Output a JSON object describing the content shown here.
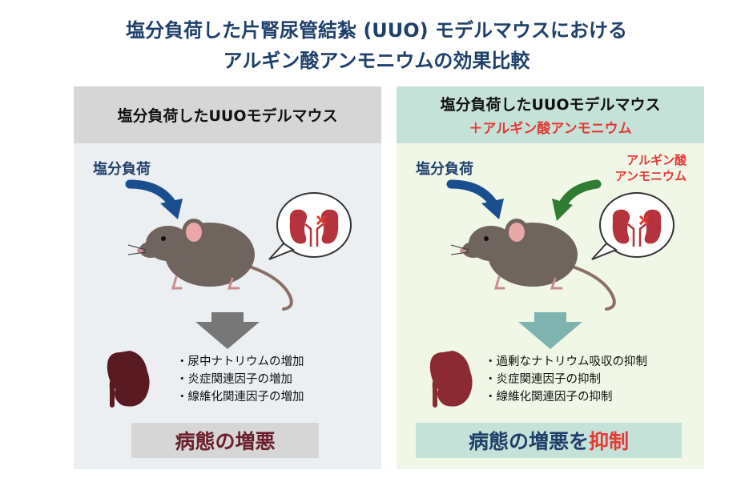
{
  "title": {
    "line1": "塩分負荷した片腎尿管結紮 (UUO) モデルマウスにおける",
    "line2": "アルギン酸アンモニウムの効果比較"
  },
  "left_panel": {
    "header": "塩分負荷したUUOモデルマウス",
    "salt_label": "塩分負荷",
    "bullets": [
      "・尿中ナトリウムの増加",
      "・炎症関連因子の増加",
      "・線維化関連因子の増加"
    ],
    "result": "病態の増悪"
  },
  "right_panel": {
    "header": "塩分負荷したUUOモデルマウス",
    "header_sub": "＋アルギン酸アンモニウム",
    "salt_label": "塩分負荷",
    "treatment_label_line1": "アルギン酸",
    "treatment_label_line2": "アンモニウム",
    "bullets": [
      "・過剰なナトリウム吸収の抑制",
      "・炎症関連因子の抑制",
      "・線維化関連因子の抑制"
    ],
    "result_main": "病態の増悪を",
    "result_highlight": "抑制"
  },
  "colors": {
    "title": "#1f3f6b",
    "accent_red": "#e53935",
    "left_bg": "#eceff2",
    "right_bg": "#f1f7e6",
    "left_header": "#d6d6d6",
    "right_header": "#c5e2d8",
    "salt_arrow": "#1a4f8f",
    "treatment_arrow": "#2e7d32",
    "left_down_arrow": "#777777",
    "right_down_arrow": "#7fb3b0",
    "kidney_damaged": "#5a1a22",
    "kidney_treated": "#8b2a32"
  },
  "icons": [
    "mouse-icon",
    "kidney-speech-bubble-icon",
    "kidney-icon",
    "down-arrow-icon",
    "curved-arrow-icon"
  ]
}
